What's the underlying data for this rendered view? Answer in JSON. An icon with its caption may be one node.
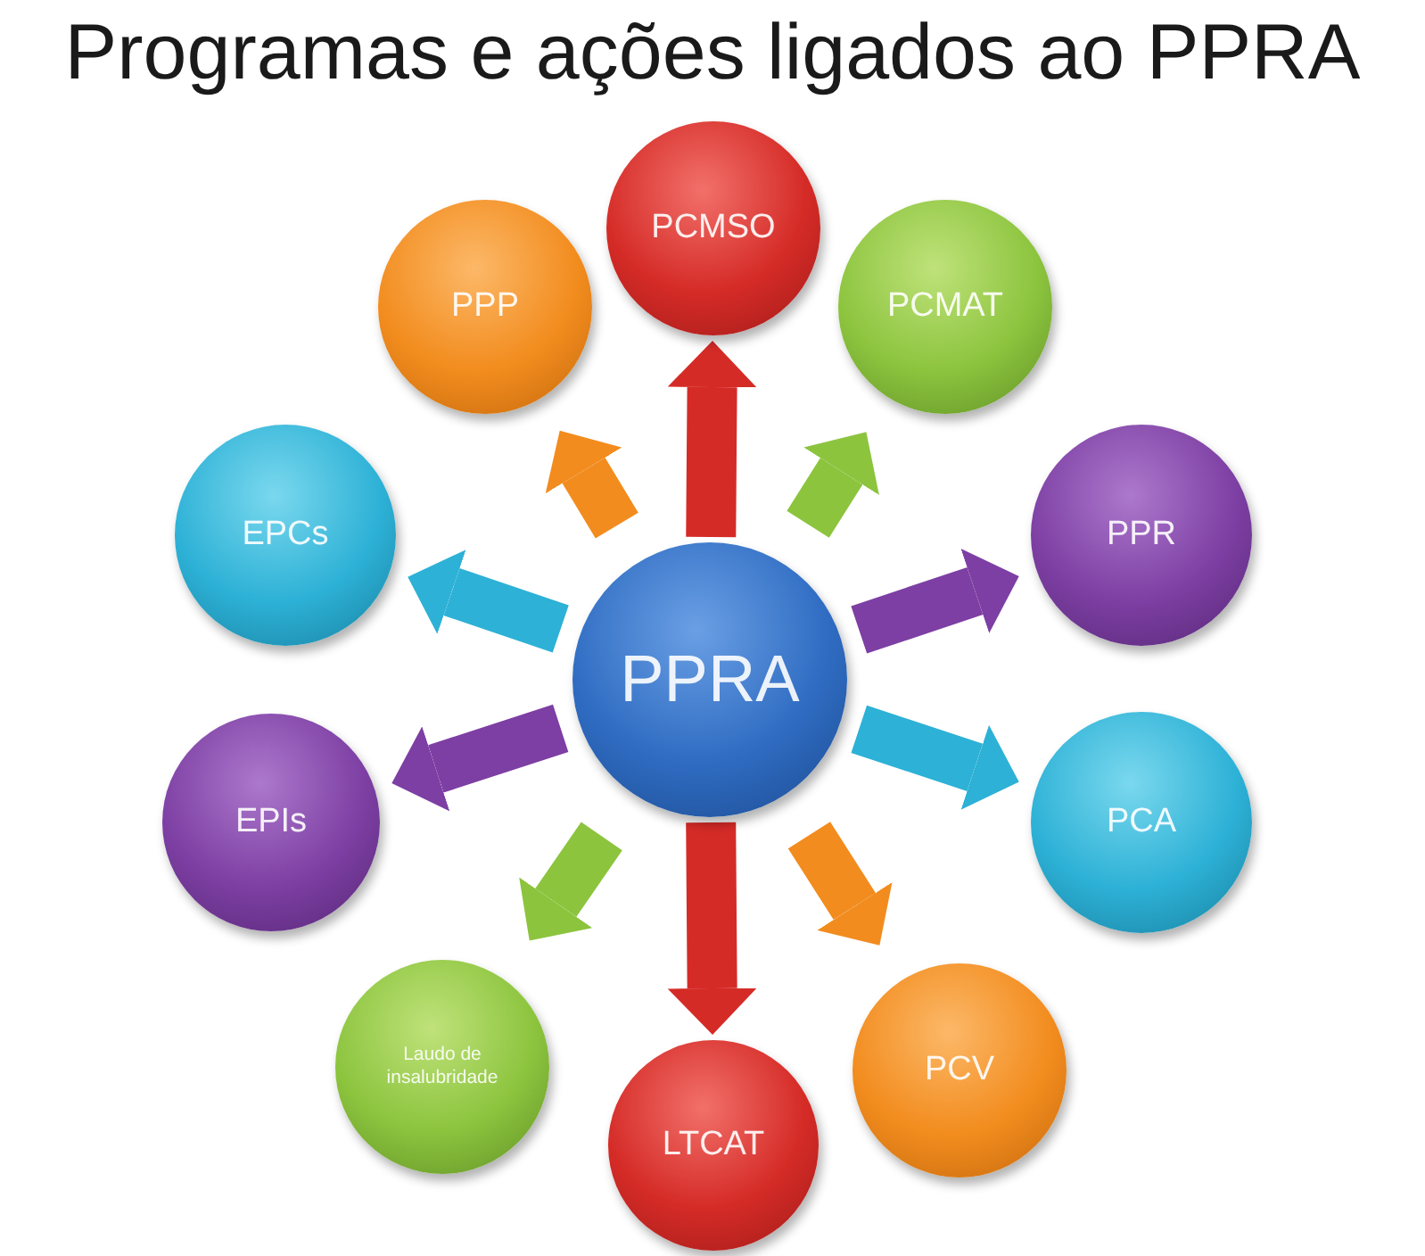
{
  "diagram": {
    "title": "Programas e ações ligados ao PPRA",
    "nodes": [
      {
        "text": [
          "PCMSO"
        ]
      },
      {
        "text": [
          "PPP"
        ]
      },
      {
        "text": [
          "PCMAT"
        ]
      },
      {
        "text": [
          "EPCs"
        ]
      },
      {
        "text": [
          "PPR"
        ]
      },
      {
        "text": [
          "PPRA"
        ]
      },
      {
        "text": [
          "EPIs"
        ]
      },
      {
        "text": [
          "PCA"
        ]
      },
      {
        "text": [
          "Laudo de insalubridade"
        ]
      },
      {
        "text": [
          "PCV"
        ]
      },
      {
        "text": [
          "LTCAT"
        ]
      }
    ],
    "edges": [
      {
        "from": 5,
        "to": 0,
        "arrow": "to",
        "color": "#d52b27"
      },
      {
        "from": 5,
        "to": 1,
        "arrow": "to",
        "color": "#f28c1e"
      },
      {
        "from": 5,
        "to": 2,
        "arrow": "to",
        "color": "#8cc43e"
      },
      {
        "from": 5,
        "to": 3,
        "arrow": "to",
        "color": "#2db1d6"
      },
      {
        "from": 5,
        "to": 4,
        "arrow": "to",
        "color": "#7d3fa3"
      },
      {
        "from": 5,
        "to": 6,
        "arrow": "to",
        "color": "#7d3fa3"
      },
      {
        "from": 5,
        "to": 7,
        "arrow": "to",
        "color": "#2db1d6"
      },
      {
        "from": 5,
        "to": 8,
        "arrow": "to",
        "color": "#8cc43e"
      },
      {
        "from": 5,
        "to": 9,
        "arrow": "to",
        "color": "#f28c1e"
      },
      {
        "from": 5,
        "to": 10,
        "arrow": "to",
        "color": "#d52b27"
      }
    ]
  }
}
